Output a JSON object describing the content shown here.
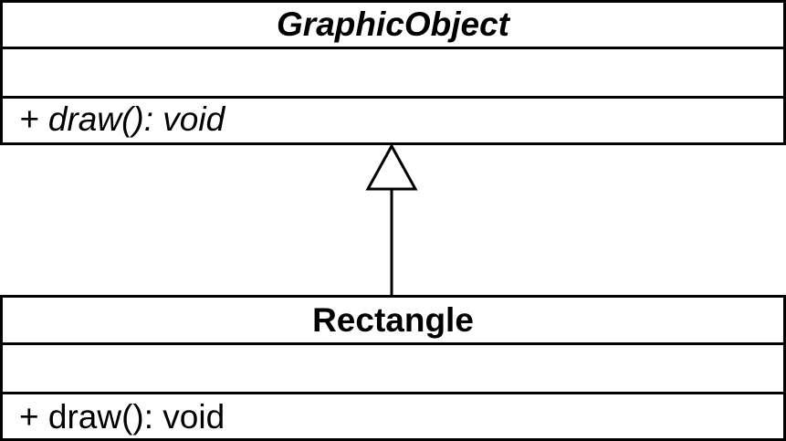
{
  "diagram": {
    "classes": [
      {
        "name": "GraphicObject",
        "abstract": true,
        "attributes": [],
        "operations": [
          "+ draw(): void"
        ]
      },
      {
        "name": "Rectangle",
        "abstract": false,
        "attributes": [],
        "operations": [
          "+ draw(): void"
        ]
      }
    ],
    "relationships": [
      {
        "type": "generalization",
        "from": "Rectangle",
        "to": "GraphicObject"
      }
    ]
  }
}
